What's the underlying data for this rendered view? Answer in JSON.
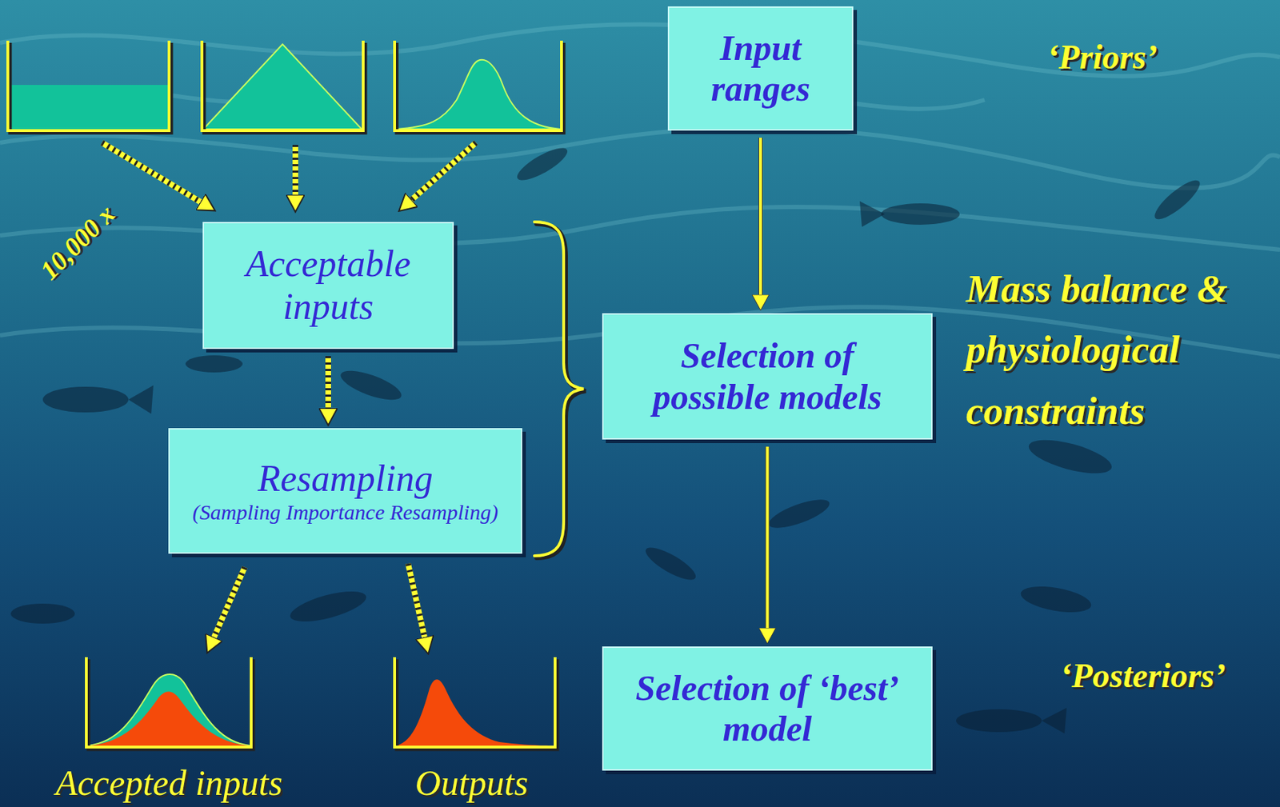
{
  "diagram": {
    "nodes": [
      {
        "text": [
          "Acceptable inputs"
        ]
      },
      {
        "text": [
          "Resampling",
          "(Sampling Importance Resampling)"
        ]
      },
      {
        "text": [
          "Input ranges"
        ]
      },
      {
        "text": [
          "Selection of possible models"
        ]
      },
      {
        "text": [
          "Selection of ‘best’ model"
        ]
      }
    ],
    "edges": [
      {
        "from": 0,
        "to": 1,
        "arrow": "to"
      },
      {
        "from": 2,
        "to": 3,
        "arrow": "to"
      },
      {
        "from": 3,
        "to": 4,
        "arrow": "to"
      }
    ],
    "labels": [
      "‘Priors’",
      "10,000 x",
      "Mass balance & physiological constraints",
      "‘Posteriors’",
      "Accepted inputs",
      "Outputs"
    ]
  }
}
